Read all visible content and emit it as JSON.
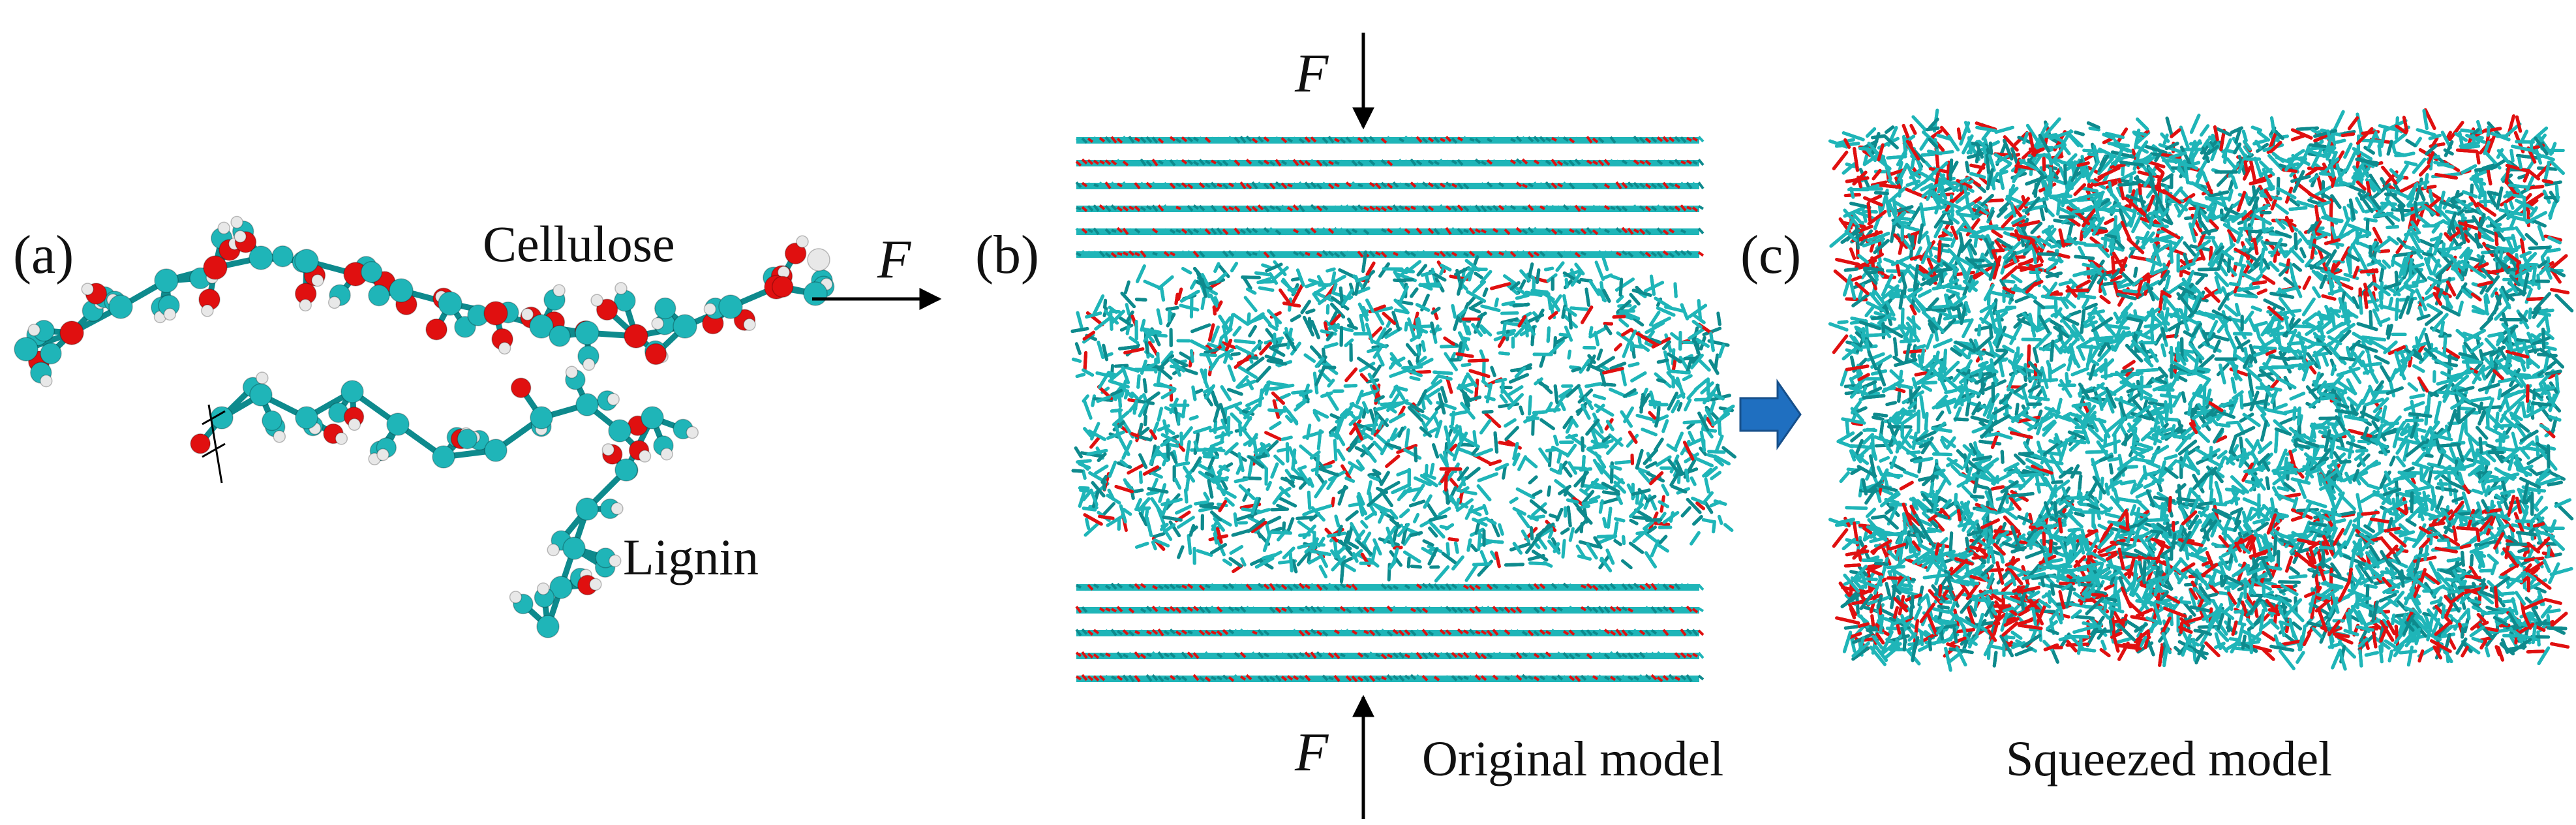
{
  "panels": {
    "a": {
      "letter": "(a)",
      "cellulose_label": "Cellulose",
      "lignin_label": "Lignin",
      "force_label": "F"
    },
    "b": {
      "letter": "(b)",
      "force_top_label": "F",
      "force_bottom_label": "F",
      "caption": "Original model"
    },
    "c": {
      "letter": "(c)",
      "caption": "Squeezed model"
    }
  },
  "colors": {
    "carbon": "#1fb5b8",
    "carbon_dark": "#0e8a8d",
    "oxygen": "#e01010",
    "hydrogen": "#e8e8e8",
    "transition_arrow": "#1f6fc0",
    "force_arrow": "#000000"
  }
}
